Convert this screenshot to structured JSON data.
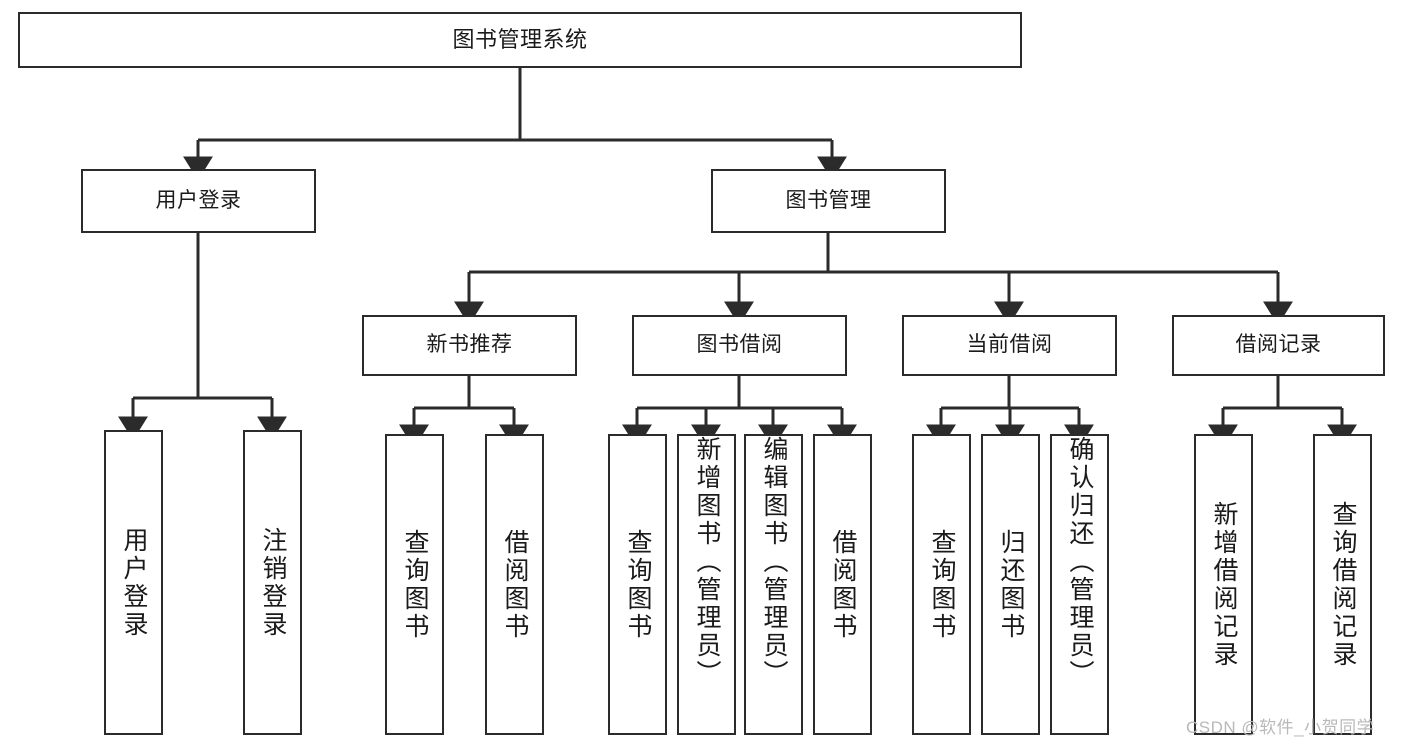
{
  "diagram": {
    "type": "tree-hierarchy-chart",
    "title": "图书管理系统",
    "watermark": "CSDN @软件_小贺同学",
    "colors": {
      "stroke": "#2b2b2b",
      "fill": "#ffffff",
      "text": "#1a1a1a",
      "watermark": "#b9b9b9"
    },
    "nodes": {
      "root": {
        "label": "图书管理系统"
      },
      "level1": [
        {
          "label": "用户登录"
        },
        {
          "label": "图书管理"
        }
      ],
      "level2": [
        {
          "label": "新书推荐"
        },
        {
          "label": "图书借阅"
        },
        {
          "label": "当前借阅"
        },
        {
          "label": "借阅记录"
        }
      ],
      "leaves_user_login": [
        {
          "label": "用户登录"
        },
        {
          "label": "注销登录"
        }
      ],
      "leaves_new_book": [
        {
          "label": "查询图书"
        },
        {
          "label": "借阅图书"
        }
      ],
      "leaves_borrow": [
        {
          "label": "查询图书"
        },
        {
          "label": "新增图书（管理员）"
        },
        {
          "label": "编辑图书（管理员）"
        },
        {
          "label": "借阅图书"
        }
      ],
      "leaves_current": [
        {
          "label": "查询图书"
        },
        {
          "label": "归还图书"
        },
        {
          "label": "确认归还（管理员）"
        }
      ],
      "leaves_records": [
        {
          "label": "新增借阅记录"
        },
        {
          "label": "查询借阅记录"
        }
      ]
    }
  }
}
